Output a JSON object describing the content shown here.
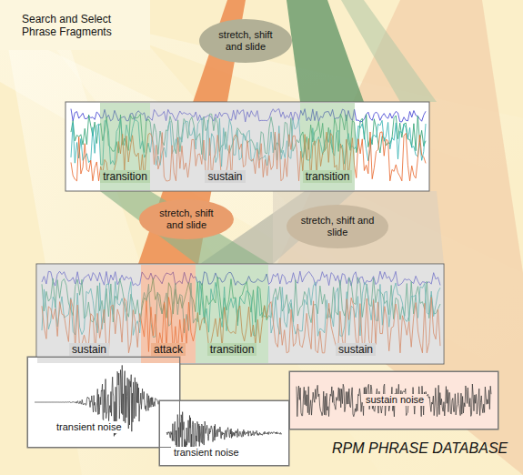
{
  "diagram": {
    "nodes": [
      {
        "text": [
          "Search and Select Phrase Fragments"
        ]
      },
      {
        "text": [
          "stretch, shift and slide"
        ]
      },
      {
        "text": [
          "transition"
        ]
      },
      {
        "text": [
          "sustain"
        ]
      },
      {
        "text": [
          "transition"
        ]
      },
      {
        "text": [
          "stretch, shift and slide"
        ]
      },
      {
        "text": [
          "stretch, shift and slide"
        ]
      },
      {
        "text": [
          "sustain"
        ]
      },
      {
        "text": [
          "attack"
        ]
      },
      {
        "text": [
          "transition"
        ]
      },
      {
        "text": [
          "sustain"
        ]
      },
      {
        "text": [
          "transient noise"
        ]
      },
      {
        "text": [
          "transient noise"
        ]
      },
      {
        "text": [
          "sustain noise"
        ]
      }
    ],
    "labels": [
      "RPM PHRASE DATABASE"
    ]
  }
}
